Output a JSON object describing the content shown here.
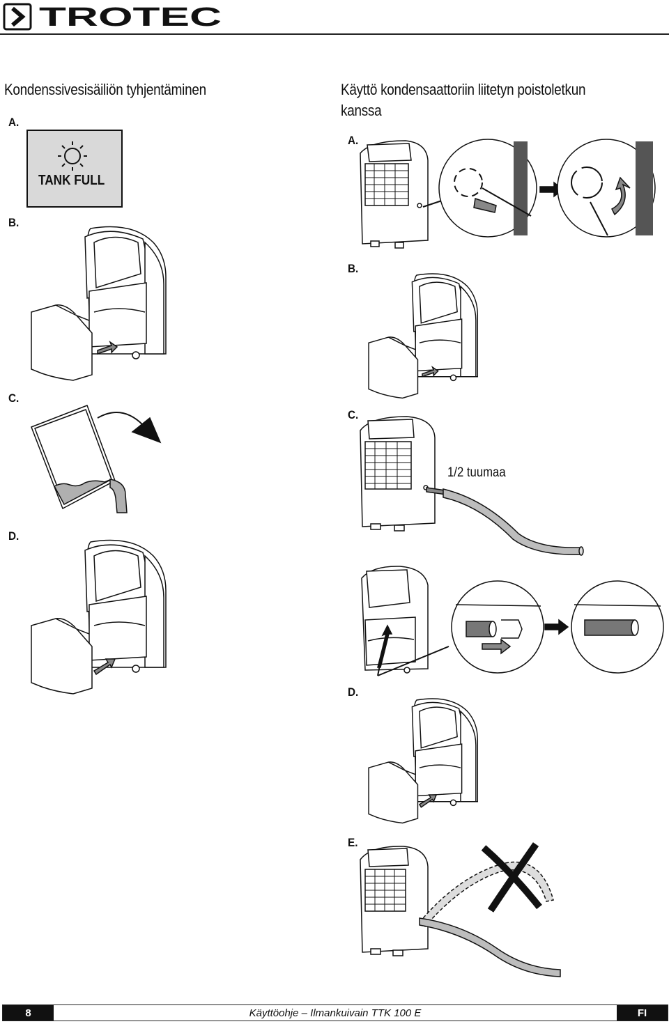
{
  "header": {
    "brand": "TROTEC"
  },
  "left": {
    "title": "Kondenssivesisäiliön tyhjentäminen",
    "steps": [
      "A.",
      "B.",
      "C.",
      "D."
    ],
    "display_text": "TANK FULL"
  },
  "right": {
    "title_line1": "Käyttö kondensaattoriin liitetyn poistoletkun",
    "title_line2": "kanssa",
    "steps": [
      "A.",
      "B.",
      "C.",
      "D.",
      "E."
    ],
    "hose_label": "1/2 tuumaa"
  },
  "footer": {
    "page": "8",
    "document": "Käyttöohje – Ilmankuivain TTK 100 E",
    "language": "FI"
  }
}
